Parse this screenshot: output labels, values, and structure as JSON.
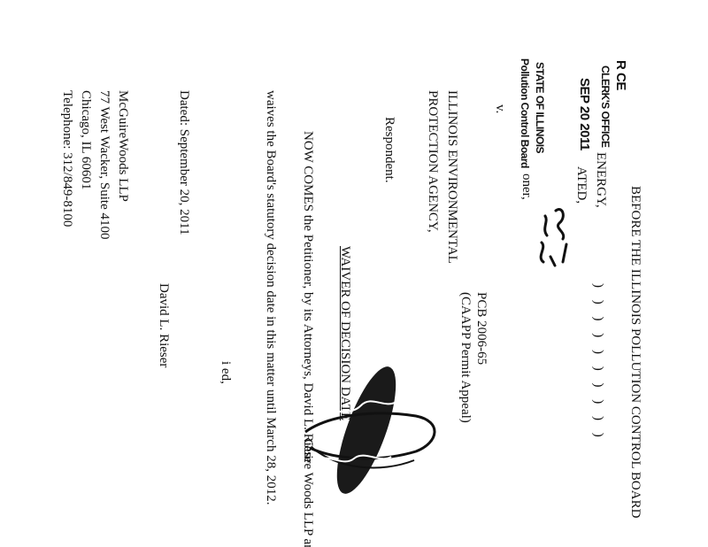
{
  "stamp": {
    "line1": "R CE",
    "line2": "CLERK'S OFFICE",
    "date": "SEP 20 2011",
    "state": "STATE OF ILLINOIS",
    "board": "Pollution Control Board"
  },
  "caption": {
    "board_title": "BEFORE THE ILLINOIS POLLUTION CONTROL BOARD",
    "petitioner_a": "ENERGY,",
    "petitioner_b": "ATED,",
    "petitioner_c": "oner,",
    "versus": "v.",
    "respondent_line1": "ILLINOIS ENVIRONMENTAL",
    "respondent_line2": "PROTECTION AGENCY,",
    "respondent_label": "Respondent.",
    "brackets": ") ) ) ) ) ) ) ) ) )",
    "case_number": "PCB 2006-65",
    "case_type": "(CAAPP Permit Appeal)"
  },
  "body": {
    "heading": "WAIVER OF DECISION DATE",
    "para_line1": "NOW COMES the Petitioner, by its Attorneys, David L. Riese",
    "para_line1_tail": "Guire Woods LLP an",
    "para_line2": "waives the Board's statutory decision date in this matter until March 28, 2012."
  },
  "signature": {
    "fragment": "i ed,",
    "name": "David L. Rieser",
    "dated": "Dated: September 20, 2011"
  },
  "firm": {
    "name": "McGuireWoods LLP",
    "address1": "77 West Wacker, Suite 4100",
    "address2": "Chicago, IL 60601",
    "telephone": "Telephone: 312/849-8100"
  }
}
